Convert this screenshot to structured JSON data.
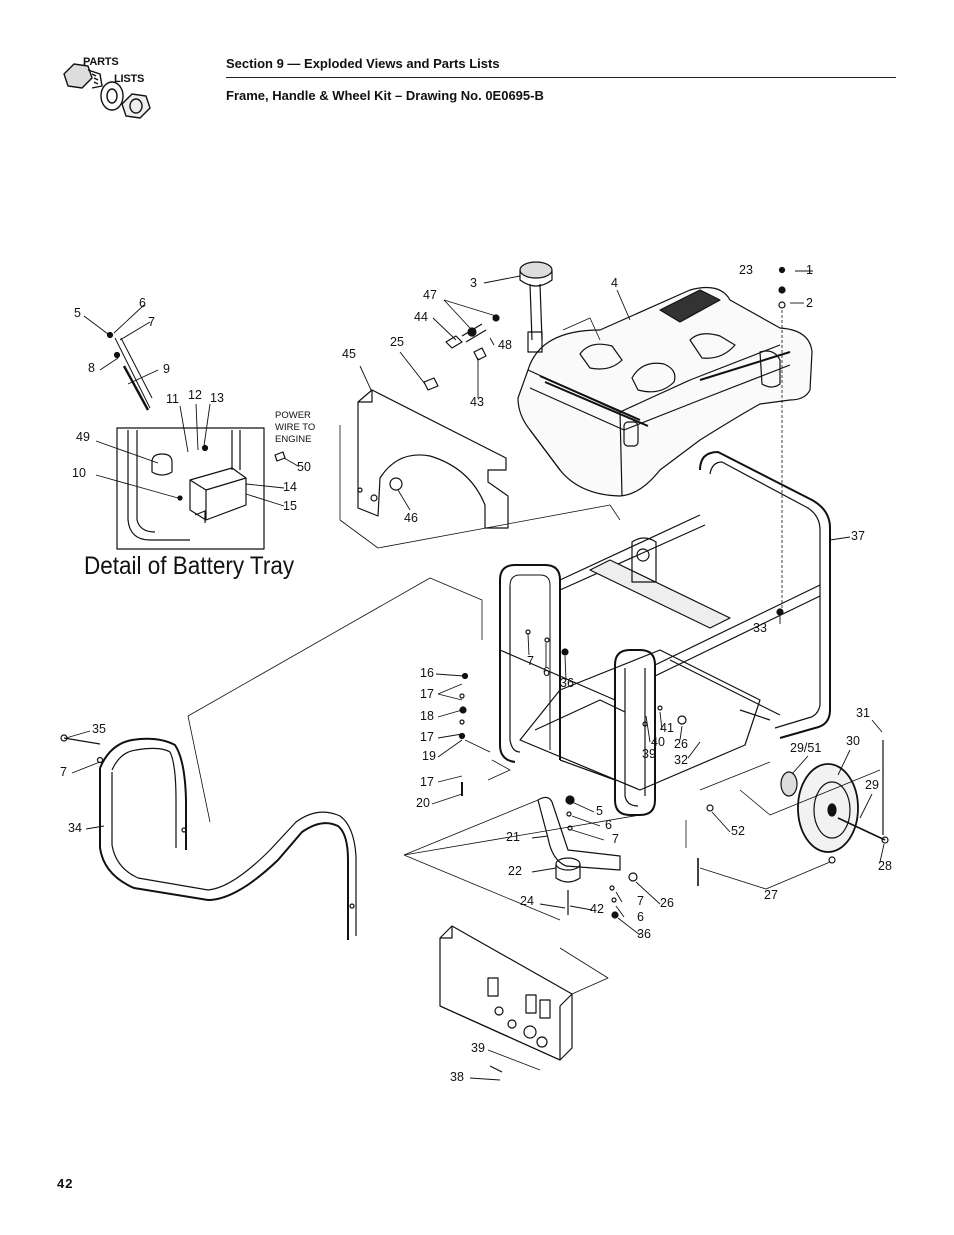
{
  "header": {
    "logo_parts": "PARTS",
    "logo_lists": "LISTS",
    "section_title": "Section 9 — Exploded Views and Parts Lists",
    "drawing_title": "Frame, Handle & Wheel Kit – Drawing No. 0E0695-B"
  },
  "diagram": {
    "detail_caption": "Detail of Battery Tray",
    "power_note": [
      "POWER",
      "WIRE TO",
      "ENGINE"
    ],
    "callouts": [
      "1",
      "2",
      "3",
      "4",
      "5",
      "6",
      "7",
      "8",
      "9",
      "10",
      "11",
      "12",
      "13",
      "14",
      "15",
      "16",
      "17",
      "18",
      "19",
      "20",
      "21",
      "22",
      "23",
      "24",
      "25",
      "26",
      "27",
      "28",
      "29",
      "29/51",
      "30",
      "31",
      "32",
      "33",
      "34",
      "35",
      "36",
      "37",
      "38",
      "39",
      "40",
      "41",
      "42",
      "43",
      "44",
      "45",
      "46",
      "47",
      "48",
      "49",
      "50",
      "52"
    ]
  },
  "footer": {
    "page_number": "42"
  }
}
